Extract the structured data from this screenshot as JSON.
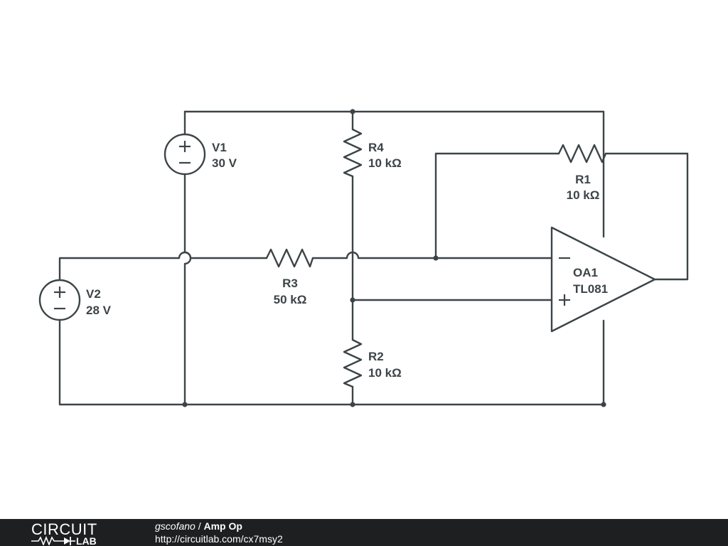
{
  "schematic": {
    "components": [
      {
        "id": "V1",
        "name": "V1",
        "value": "30 V"
      },
      {
        "id": "V2",
        "name": "V2",
        "value": "28 V"
      },
      {
        "id": "R1",
        "name": "R1",
        "value": "10 kΩ"
      },
      {
        "id": "R2",
        "name": "R2",
        "value": "10 kΩ"
      },
      {
        "id": "R3",
        "name": "R3",
        "value": "50 kΩ"
      },
      {
        "id": "R4",
        "name": "R4",
        "value": "10 kΩ"
      },
      {
        "id": "OA1",
        "name": "OA1",
        "value": "TL081"
      }
    ],
    "source_polarity": {
      "plus": "+",
      "minus": "−"
    }
  },
  "footer": {
    "logo_top": "CIRCUIT",
    "logo_bottom": "LAB",
    "author": "gscofano",
    "separator": "/",
    "title": "Amp Op",
    "url": "http://circuitlab.com/cx7msy2"
  },
  "colors": {
    "wire": "#3c4447",
    "footer_bg": "#1d1f20",
    "footer_text": "#ffffff"
  }
}
